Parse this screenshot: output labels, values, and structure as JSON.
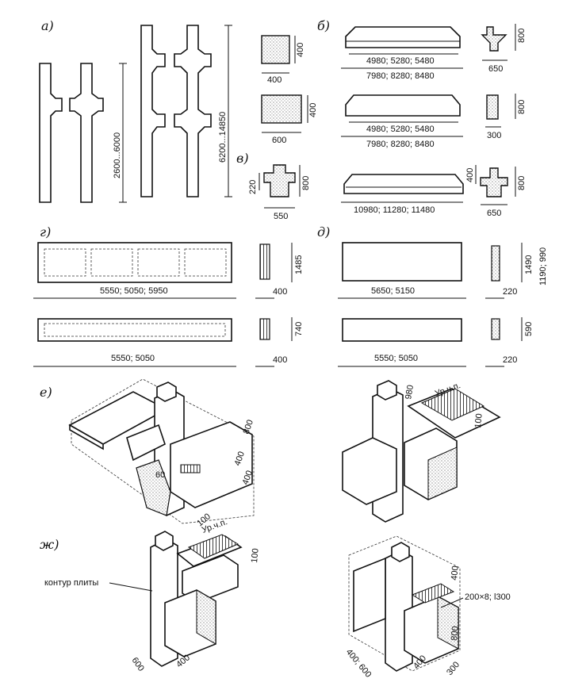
{
  "labels": {
    "a": "а)",
    "b": "б)",
    "v": "в)",
    "g": "г)",
    "d": "д)",
    "e": "е)",
    "zh": "ж)"
  },
  "a": {
    "h_short": "2600...6000",
    "h_tall": "6200...14850"
  },
  "sq": {
    "s1_w": "400",
    "s1_h": "400",
    "s2_w": "600",
    "s2_h": "400"
  },
  "b": {
    "r1_top": "4980; 5280; 5480",
    "r1_bot": "7980; 8280; 8480",
    "r2_top": "4980; 5280; 5480",
    "r2_bot": "7980; 8280; 8480",
    "r3_bot": "10980; 11280; 11480",
    "sec1_w": "650",
    "sec1_h": "800",
    "sec2_w": "300",
    "sec2_h": "800",
    "sec3_w": "650",
    "sec3_h": "800",
    "sec3_top": "400"
  },
  "v": {
    "h1": "220",
    "h2": "800",
    "w": "550"
  },
  "g": {
    "p1_len": "5550; 5050; 5950",
    "p1_h": "1485",
    "p1_w": "400",
    "p2_len": "5550; 5050",
    "p2_h": "740",
    "p2_w": "400"
  },
  "d": {
    "p1_len": "5650; 5150",
    "p1_h": "1490",
    "p1_h2": "1190; 990",
    "p1_w": "220",
    "p2_len": "5550; 5050",
    "p2_h": "590",
    "p2_w": "220"
  },
  "e": {
    "l_d1": "800",
    "l_d2": "400",
    "l_d3": "400",
    "l_d4": "60",
    "l_d5": "100",
    "r_d1": "980",
    "r_level": "Ур.ч.п.",
    "r_d2": "100"
  },
  "zh": {
    "level": "Ур.ч.п.",
    "d_100": "100",
    "contour": "контур плиты",
    "l_d1": "600",
    "l_d2": "400",
    "r_d1": "400",
    "r_d2": "800",
    "r_weld": "200×8; l300",
    "r_d3": "400; 600",
    "r_d4": "400",
    "r_d5": "300"
  }
}
